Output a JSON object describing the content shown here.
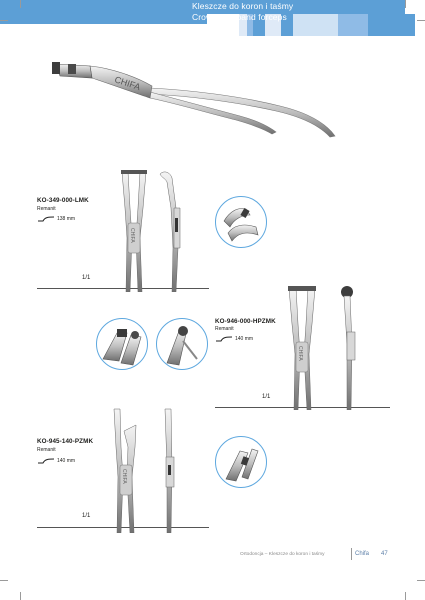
{
  "header_blocks": [
    "#ffffff",
    "#dfeaf7",
    "#8fbbe6",
    "#5c9fd6",
    "#dfeaf7",
    "#5c9fd6",
    "#cfe2f4",
    "#8fbbe6",
    "#5c9fd6"
  ],
  "title": {
    "pl": "Kleszcze do koron i taśmy",
    "en": "Crown and band forceps"
  },
  "accent_color": "#5c9fd6",
  "products": [
    {
      "code": "KO-349-000-LMK",
      "material": "Remanit",
      "length": "138 mm",
      "scale": "1/1"
    },
    {
      "code": "KO-946-000-HPZMK",
      "material": "Remanit",
      "length": "140 mm",
      "scale": "1/1"
    },
    {
      "code": "KO-945-140-PZMK",
      "material": "Remanit",
      "length": "140 mm",
      "scale": "1/1"
    }
  ],
  "instrument_engraving": "CHIFA",
  "footer": {
    "text": "Ortodoncja – Kleszcze do koron i taśmy",
    "brand": "Chifa",
    "page": "47"
  }
}
